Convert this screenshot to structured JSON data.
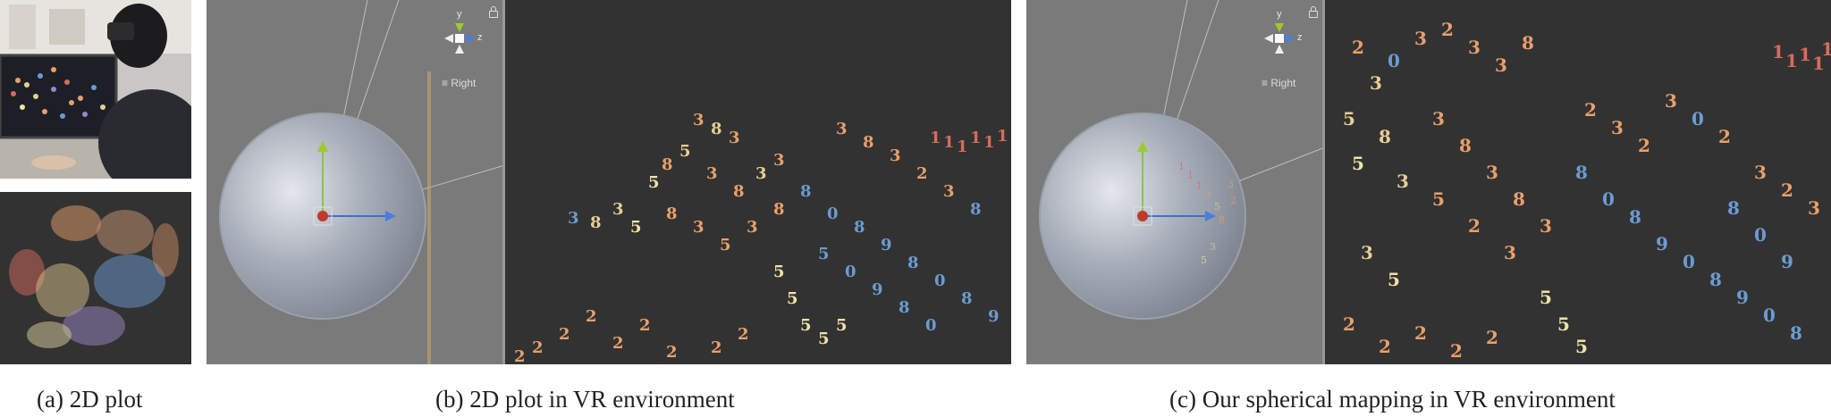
{
  "figure": {
    "captions": {
      "a": "(a) 2D plot",
      "b": "(b) 2D plot in VR environment",
      "c": "(c) Our spherical mapping in VR environment"
    },
    "scene_view": {
      "gizmo_axes": [
        "y",
        "z"
      ],
      "view_label": "Right"
    },
    "digit_colors": [
      "#e8a06b",
      "#6b9bd1",
      "#e5cf94",
      "#f0e2a8",
      "#d86b5e",
      "#9a86c8",
      "#d6a07a"
    ]
  }
}
